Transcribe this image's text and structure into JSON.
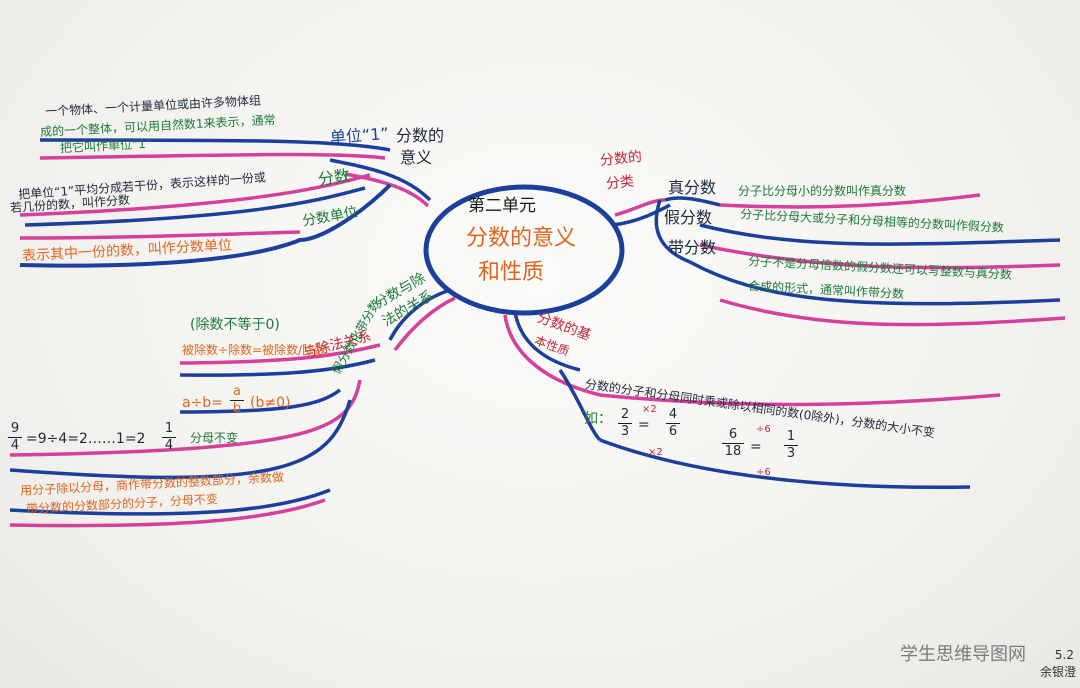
{
  "center": {
    "title": "第二单元",
    "subtitle_line1": "分数的意义",
    "subtitle_line2": "和性质"
  },
  "branch_meaning": {
    "label_line1": "分数的",
    "label_line2": "意义",
    "unit_one": {
      "label": "单位“1”",
      "text_line1": "一个物体、一个计量单位或由许多物体组",
      "text_line2": "成的一个整体，可以用自然数1来表示，通常",
      "text_line3": "把它叫作单位“1”"
    },
    "fraction": {
      "label": "分数",
      "text_line1": "把单位“1”平均分成若干份，表示这样的一份或",
      "text_line2": "若几份的数，叫作分数"
    },
    "fraction_unit": {
      "label": "分数单位",
      "text": "表示其中一份的数，叫作分数单位"
    }
  },
  "branch_relation": {
    "label_line1": "分数与除",
    "label_line2": "法的关系",
    "division": {
      "label": "与除法关系",
      "note": "(除数不等于0)",
      "formula": "被除数÷除数=被除数/除数",
      "formula2": "a÷b=a/b(b≠0)",
      "frac_a": "a",
      "frac_b": "b",
      "cond": "(b≠0)"
    },
    "mixed": {
      "label": "假分数化带分数",
      "example_num": "9",
      "example_den": "4",
      "example_rest": "=9÷4=2……1=2",
      "mixed_num": "1",
      "mixed_den": "4",
      "tail": "分母不变",
      "text_line1": "用分子除以分母，商作带分数的整数部分，余数做",
      "text_line2": "带分数的分数部分的分子，分母不变"
    }
  },
  "branch_class": {
    "label_line1": "分数的",
    "label_line2": "分类",
    "proper": {
      "label": "真分数",
      "text": "分子比分母小的分数叫作真分数"
    },
    "improper": {
      "label": "假分数",
      "text": "分子比分母大或分子和分母相等的分数叫作假分数"
    },
    "mixed": {
      "label": "带分数",
      "text_line1": "分子不是分母倍数的假分数还可以写整数与真分数",
      "text_line2": "合成的形式，通常叫作带分数"
    }
  },
  "branch_property": {
    "label_line1": "分数的基",
    "label_line2": "本性质",
    "text": "分数的分子和分母同时乘或除以相同的数(0除外)，分数的大小不变",
    "example_label": "如：",
    "ex1": {
      "n1": "2",
      "d1": "3",
      "n2": "4",
      "d2": "6",
      "op_top": "×2",
      "op_bot": "×2"
    },
    "ex2": {
      "n1": "6",
      "d1": "18",
      "n2": "1",
      "d2": "3",
      "op_top": "÷6",
      "op_bot": "÷6"
    }
  },
  "footer": {
    "watermark": "学生思维导图网",
    "corner_top": "5.2",
    "corner_bottom": "余银澄"
  },
  "colors": {
    "blue": "#1b3f9a",
    "pink": "#d4409c",
    "orange": "#e0661f",
    "green": "#1f7a3a"
  }
}
